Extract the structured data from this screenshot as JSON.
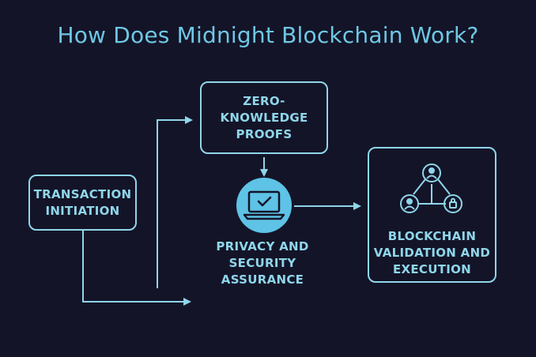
{
  "title": "How Does Midnight Blockchain Work?",
  "nodes": {
    "transaction": "TRANSACTION\nINITIATION",
    "zk_proofs": "ZERO-\nKNOWLEDGE\nPROOFS",
    "privacy": "PRIVACY AND\nSECURITY\nASSURANCE",
    "blockchain": "BLOCKCHAIN\nVALIDATION AND\nEXECUTION"
  },
  "icons": {
    "privacy": "laptop-check-icon",
    "blockchain": "network-users-icon"
  },
  "colors": {
    "background": "#141428",
    "accent": "#8fd6ea",
    "title": "#6ec8e4",
    "icon_fill": "#5ec3e6"
  }
}
